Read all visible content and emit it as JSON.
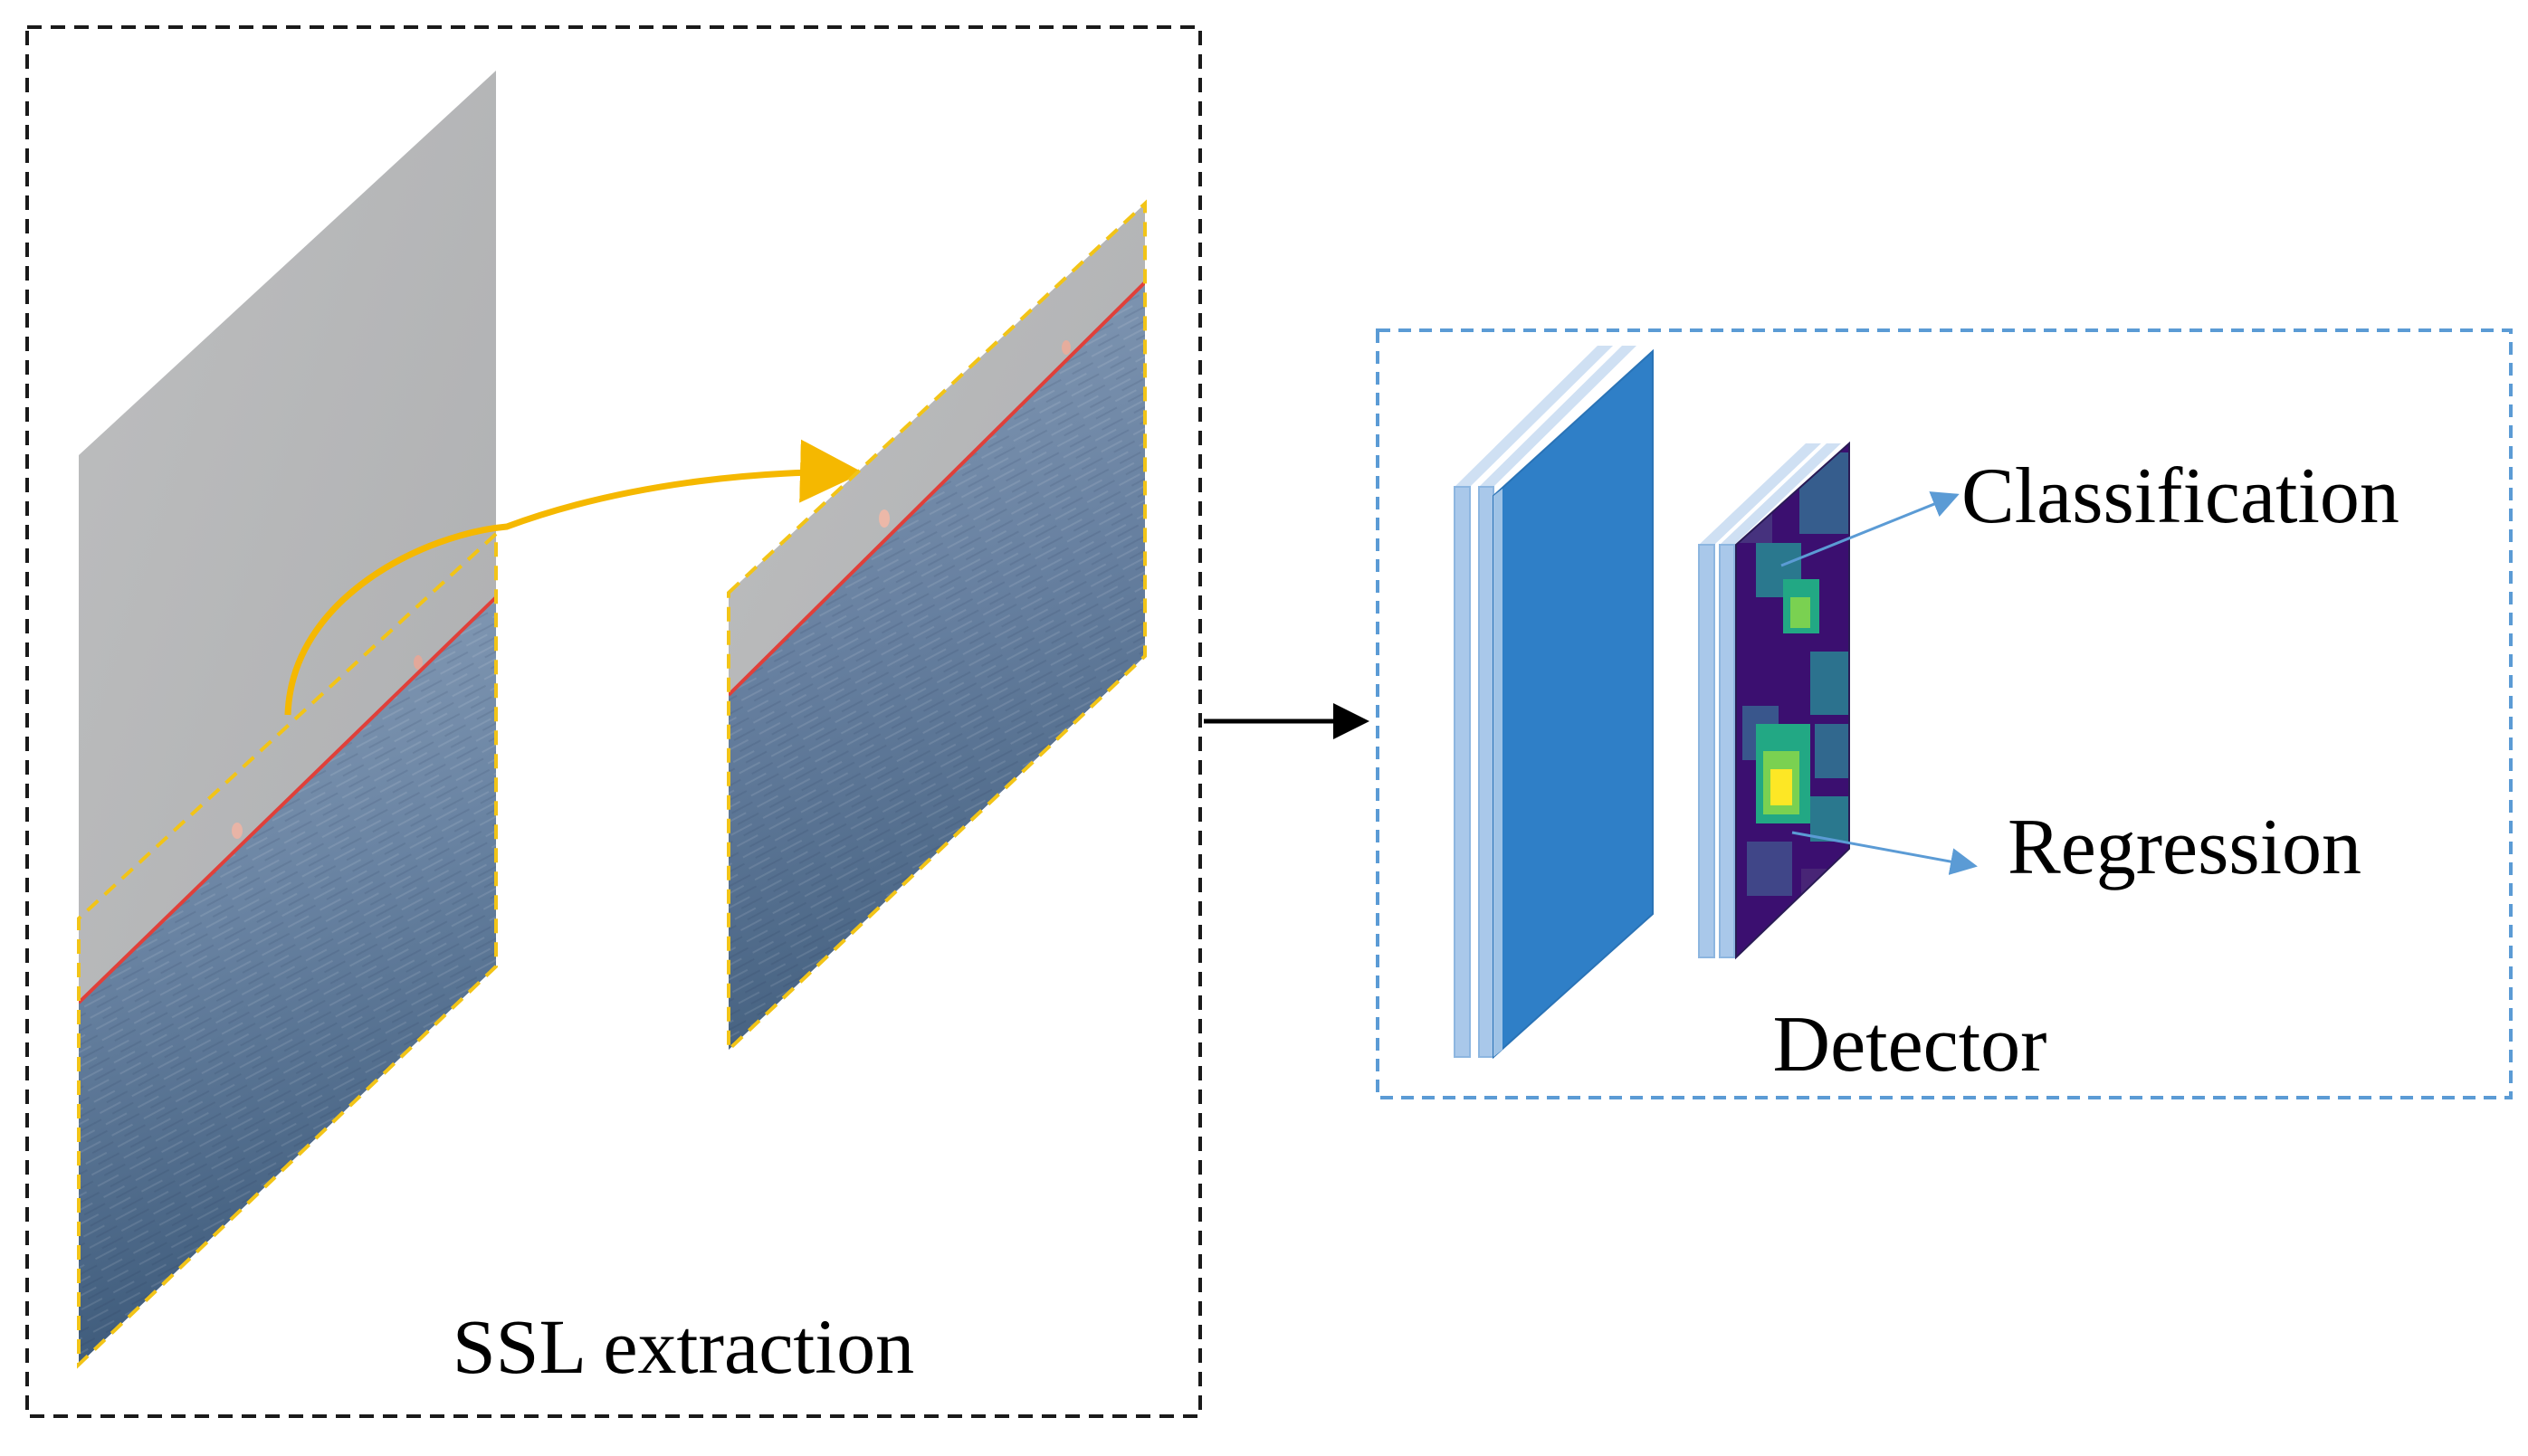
{
  "labels": {
    "ssl_extraction": "SSL extraction",
    "detector": "Detector",
    "classification": "Classification",
    "regression": "Regression"
  },
  "colors": {
    "ssl_box_border": "#1a1a1a",
    "detector_box_border": "#5b9bd5",
    "sky": "#b3b4b5",
    "sea_light": "#7d95b0",
    "sea_dark": "#3e5a7c",
    "horizon_line": "#e0403a",
    "crop_outline": "#f2c417",
    "curved_arrow": "#f5b800",
    "feature_map_blue": "#2f7fc7",
    "feature_map_pale": "#9fc3e6",
    "output_arrow": "#5b9bd5",
    "heatmap_low": "#3b0f70",
    "heatmap_high": "#f0f921"
  }
}
